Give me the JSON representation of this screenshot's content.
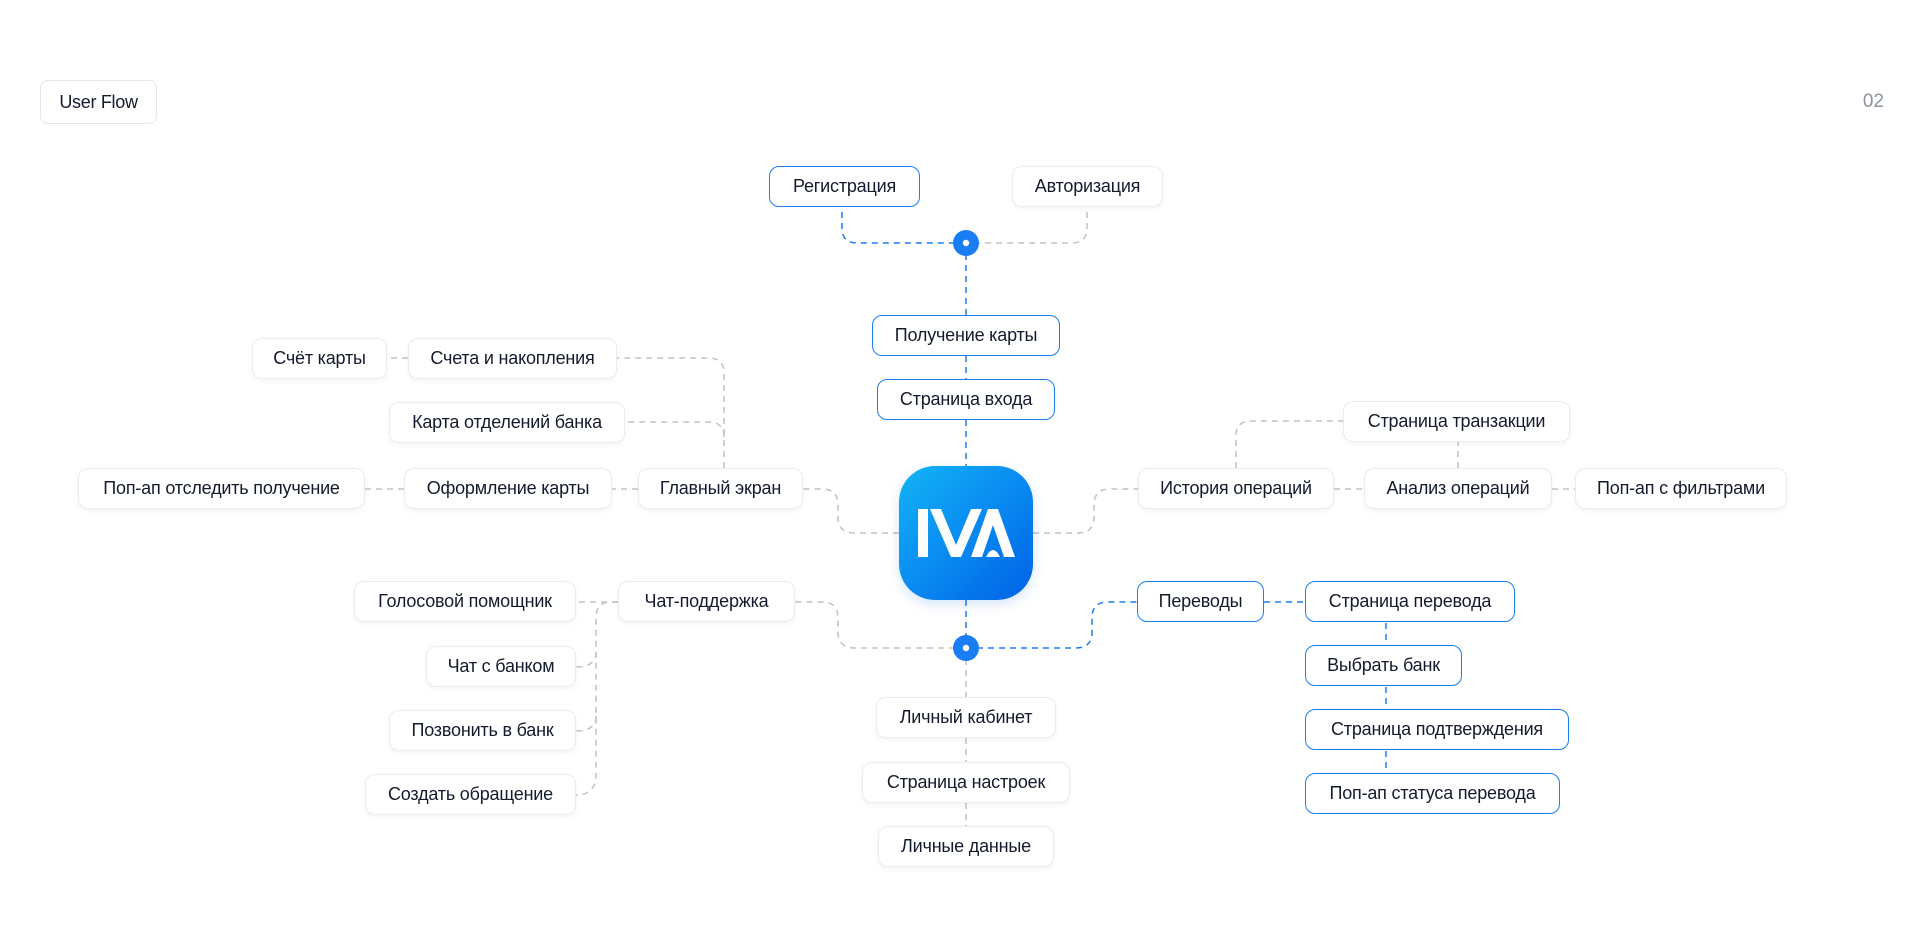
{
  "header": {
    "tag_label": "User Flow",
    "page_number": "02"
  },
  "logo": {
    "icon": "ma-logo-icon",
    "gradient": [
      "#12b5f5",
      "#0061e6"
    ]
  },
  "colors": {
    "accent": "#1a7df2",
    "gray_connector": "#c2c2c2",
    "text": "#141b2d"
  },
  "nodes": {
    "registration": "Регистрация",
    "authorization": "Авторизация",
    "get_card": "Получение карты",
    "login_page": "Страница входа",
    "card_account": "Счёт карты",
    "accounts_savings": "Счета и накопления",
    "bank_branches_map": "Карта отделений банка",
    "popup_track_delivery": "Поп-ап отследить получение",
    "card_application": "Оформление карты",
    "main_screen": "Главный экран",
    "transaction_page": "Страница транзакции",
    "operations_history": "История операций",
    "operations_analysis": "Анализ операций",
    "popup_filters": "Поп-ап с фильтрами",
    "voice_assistant": "Голосовой помощник",
    "support_chat": "Чат-поддержка",
    "chat_with_bank": "Чат с банком",
    "call_bank": "Позвонить в банк",
    "create_request": "Создать обращение",
    "transfers": "Переводы",
    "transfer_page": "Страница перевода",
    "choose_bank": "Выбрать банк",
    "confirmation_page": "Страница подтверждения",
    "popup_transfer_status": "Поп-ап статуса перевода",
    "personal_account": "Личный кабинет",
    "settings_page": "Страница настроек",
    "personal_data": "Личные данные"
  }
}
